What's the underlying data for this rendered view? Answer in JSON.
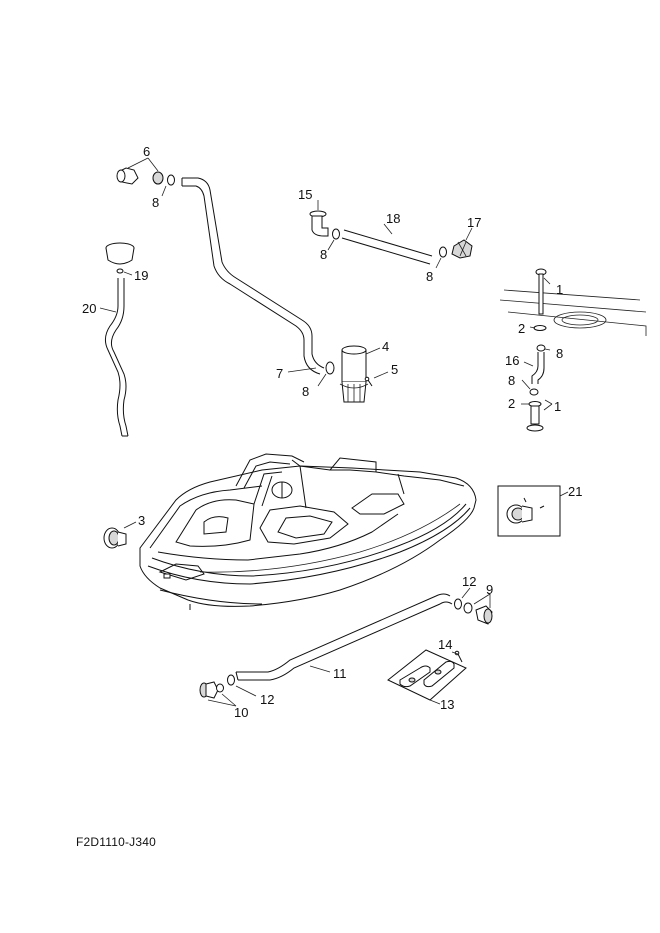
{
  "diagram": {
    "code": "F2D1110-J340",
    "labels": {
      "p1a": "1",
      "p1b": "1",
      "p2a": "2",
      "p2b": "2",
      "p3": "3",
      "p4": "4",
      "p5": "5",
      "p6": "6",
      "p7": "7",
      "p8a": "8",
      "p8b": "8",
      "p8c": "8",
      "p8d": "8",
      "p8e": "8",
      "p8f": "8",
      "p9": "9",
      "p10": "10",
      "p11": "11",
      "p12a": "12",
      "p12b": "12",
      "p13": "13",
      "p14": "14",
      "p15": "15",
      "p16": "16",
      "p17": "17",
      "p18": "18",
      "p19": "19",
      "p20": "20",
      "p21": "21"
    }
  }
}
